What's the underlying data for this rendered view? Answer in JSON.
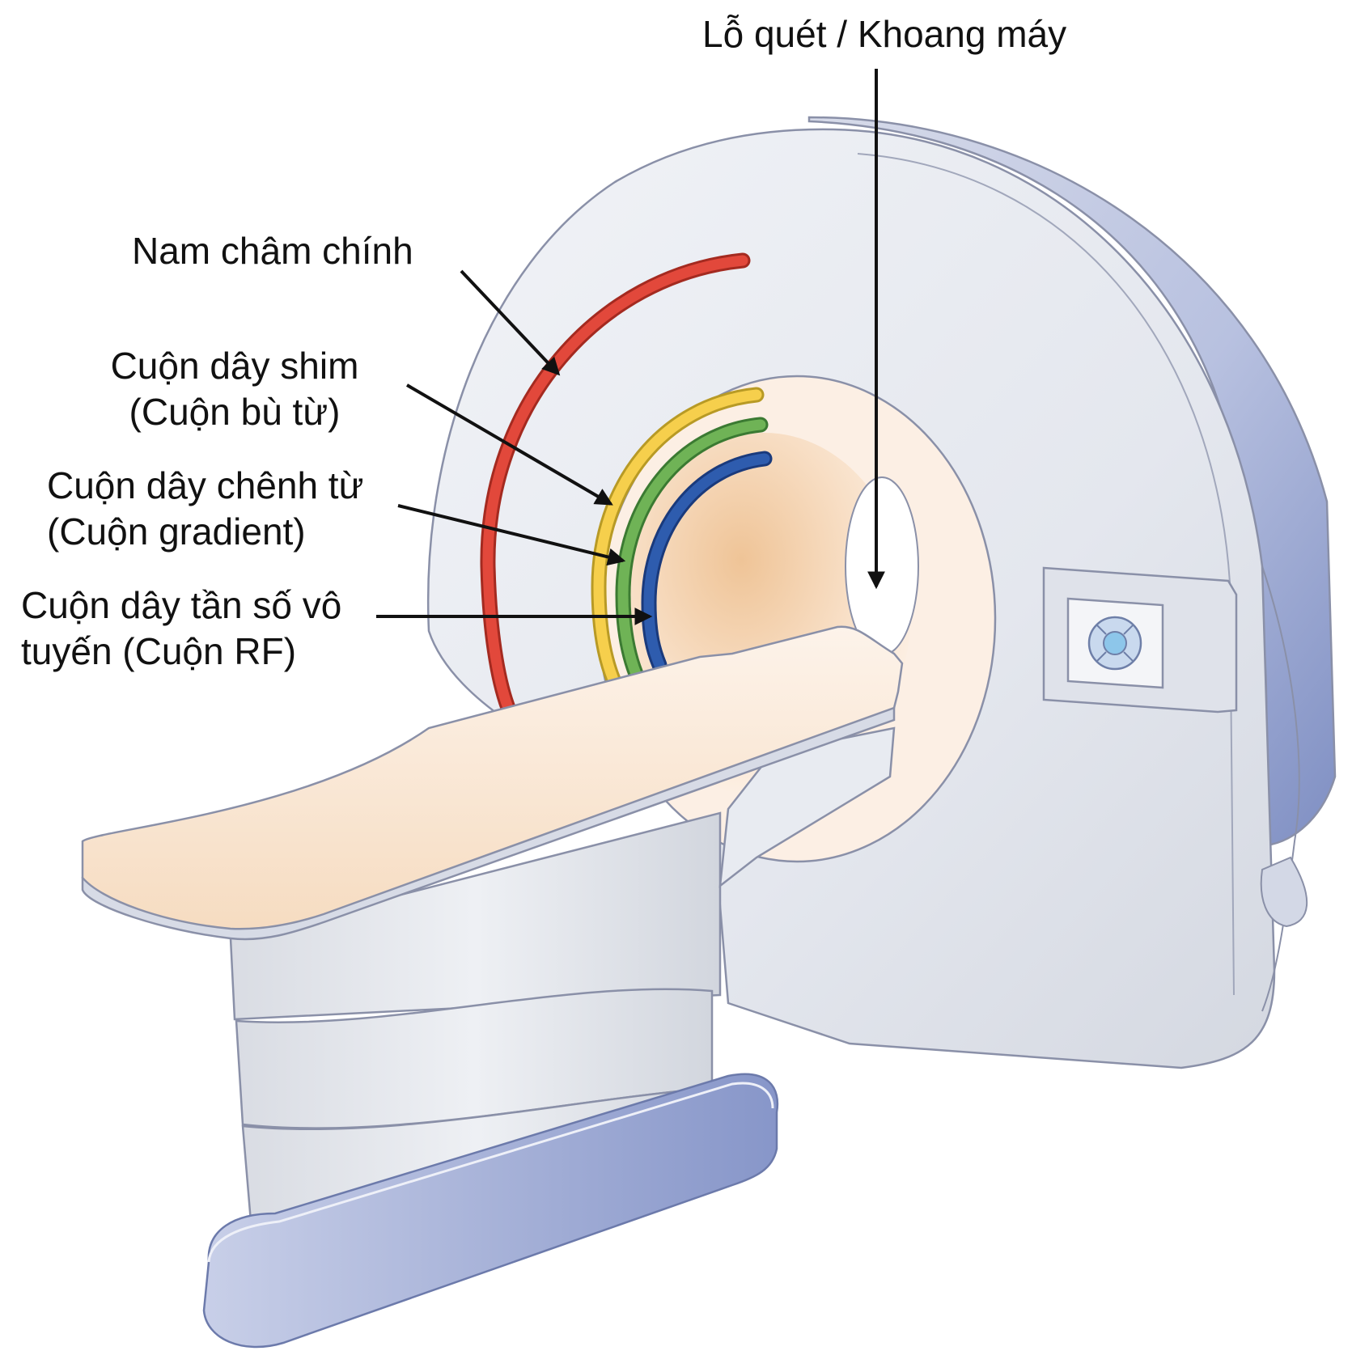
{
  "labels": {
    "bore": "Lỗ quét / Khoang máy",
    "main_magnet": "Nam châm chính",
    "shim_line1": "Cuộn dây shim",
    "shim_line2": "(Cuộn bù từ)",
    "gradient_line1": "Cuộn dây chênh từ",
    "gradient_line2": "(Cuộn gradient)",
    "rf_line1": "Cuộn dây tần số vô",
    "rf_line2": "tuyến (Cuộn RF)"
  },
  "colors": {
    "main_magnet": "#e2483b",
    "shim_coil": "#f6cf4c",
    "gradient_coil": "#6fb356",
    "rf_coil": "#2e5cae",
    "housing": "#e6e9ef",
    "housing_shadow": "#aab4d4",
    "bore_ring": "#fcefe4",
    "table_top": "#fbe9d7",
    "base": "#8f9fd0"
  },
  "icons": {
    "control_panel": "control-dial-icon"
  }
}
